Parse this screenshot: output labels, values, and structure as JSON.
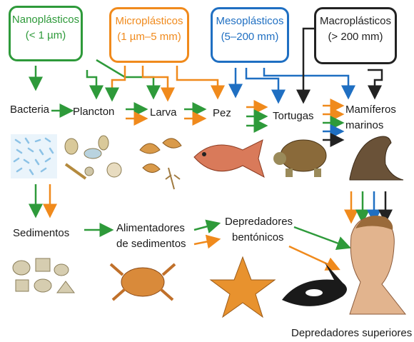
{
  "sources": {
    "nano": {
      "name": "Nanoplásticos",
      "range": "(< 1 µm)",
      "color": "#2e9a3a"
    },
    "micro": {
      "name": "Microplásticos",
      "range": "(1 µm–5 mm)",
      "color": "#f08a1c"
    },
    "meso": {
      "name": "Mesoplásticos",
      "range": "(5–200 mm)",
      "color": "#1f6fc2"
    },
    "macro": {
      "name": "Macroplásticos",
      "range": "(> 200 mm)",
      "color": "#222222"
    }
  },
  "nodes": {
    "bacteria": "Bacteria",
    "plancton": "Plancton",
    "larva": "Larva",
    "pez": "Pez",
    "tortugas": "Tortugas",
    "mamiferos_1": "Mamíferos",
    "mamiferos_2": "marinos",
    "sedimentos": "Sedimentos",
    "alimentadores_1": "Alimentadores",
    "alimentadores_2": "de sedimentos",
    "depredadores_1": "Depredadores",
    "depredadores_2": "bentónicos",
    "superiores": "Depredadores superiores"
  },
  "illustrations": [
    "bacteria-image",
    "plankton-image",
    "larva-image",
    "fish-image",
    "turtle-image",
    "sea-lion-image",
    "sediment-image",
    "crab-image",
    "starfish-image",
    "orca-image",
    "human-image"
  ]
}
